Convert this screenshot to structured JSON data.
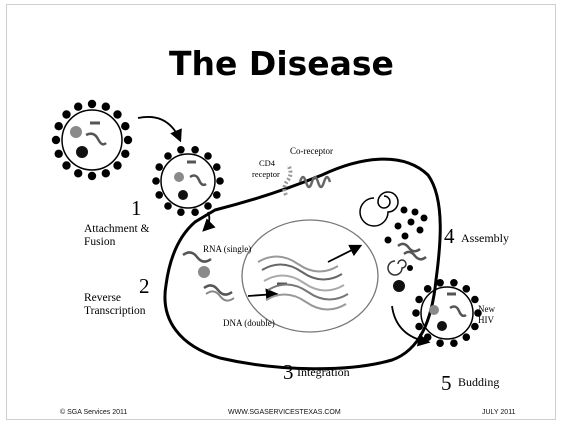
{
  "title": "The Disease",
  "labels": {
    "co_receptor": "Co-receptor",
    "cd4_line1": "CD4",
    "cd4_line2": "receptor",
    "rna": "RNA (single)",
    "dna": "DNA (double)",
    "new_hiv_line1": "New",
    "new_hiv_line2": "HIV"
  },
  "steps": [
    {
      "number": "1",
      "line1": "Attachment &",
      "line2": "Fusion"
    },
    {
      "number": "2",
      "line1": "Reverse",
      "line2": "Transcription"
    },
    {
      "number": "3",
      "line1": "Integration"
    },
    {
      "number": "4",
      "line1": "Assembly"
    },
    {
      "number": "5",
      "line1": "Budding"
    }
  ],
  "footer": {
    "left": "© SGA Services 2011",
    "center": "WWW.SGASERVICESTEXAS.COM",
    "right": "JULY 2011"
  }
}
